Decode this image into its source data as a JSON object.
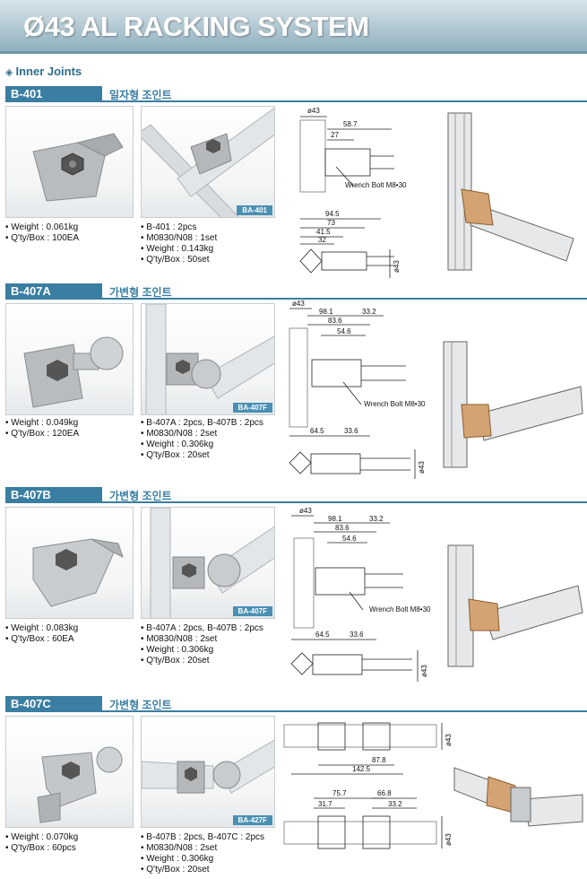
{
  "title": "Ø43 AL RACKING SYSTEM",
  "subtitle": "Inner Joints",
  "sections": [
    {
      "code": "B-401",
      "kr": "일자형 조인트",
      "tag": "BA-401",
      "left_specs": [
        "Weight : 0.061kg",
        "Q'ty/Box : 100EA"
      ],
      "right_specs": [
        "B-401 : 2pcs",
        "M0830/N08 : 1set",
        "Weight : 0.143kg",
        "Q'ty/Box : 50set"
      ],
      "dims": {
        "d1": "ø43",
        "d2": "58.7",
        "d3": "27",
        "bolt": "Wrench Bolt M8•30",
        "d4": "94.5",
        "d5": "73",
        "d6": "41.5",
        "d7": "32",
        "d8": "ø43"
      }
    },
    {
      "code": "B-407A",
      "kr": "가변형 조인트",
      "tag": "BA-407F",
      "left_specs": [
        "Weight : 0.049kg",
        "Q'ty/Box : 120EA"
      ],
      "right_specs": [
        "B-407A : 2pcs, B-407B : 2pcs",
        "M0830/N08 : 2set",
        "Weight : 0.306kg",
        "Q'ty/Box : 20set"
      ],
      "dims": {
        "d1": "ø43",
        "d2": "98.1",
        "d3": "33.2",
        "d4": "83.6",
        "d5": "54.6",
        "bolt": "Wrench Bolt M8•30",
        "d6": "64.5",
        "d7": "33.6",
        "d8": "ø43"
      }
    },
    {
      "code": "B-407B",
      "kr": "가변형 조인트",
      "tag": "BA-407F",
      "left_specs": [
        "Weight : 0.083kg",
        "Q'ty/Box : 60EA"
      ],
      "right_specs": [
        "B-407A : 2pcs, B-407B : 2pcs",
        "M0830/N08 : 2set",
        "Weight : 0.306kg",
        "Q'ty/Box : 20set"
      ],
      "dims": {
        "d1": "ø43",
        "d2": "98.1",
        "d3": "33.2",
        "d4": "83.6",
        "d5": "54.6",
        "bolt": "Wrench Bolt M8•30",
        "d6": "64.5",
        "d7": "33.6",
        "d8": "ø43"
      }
    },
    {
      "code": "B-407C",
      "kr": "가변형 조인트",
      "tag": "BA-427F",
      "left_specs": [
        "Weight : 0.070kg",
        "Q'ty/Box : 60pcs"
      ],
      "right_specs": [
        "B-407B : 2pcs, B-407C : 2pcs",
        "M0830/N08 : 2set",
        "Weight : 0.306kg",
        "Q'ty/Box : 20set"
      ],
      "dims": {
        "d1": "ø43",
        "d2": "87.8",
        "d3": "142.5",
        "d4": "75.7",
        "d5": "66.8",
        "d6": "31.7",
        "d7": "33.2",
        "d8": "ø43"
      }
    }
  ]
}
